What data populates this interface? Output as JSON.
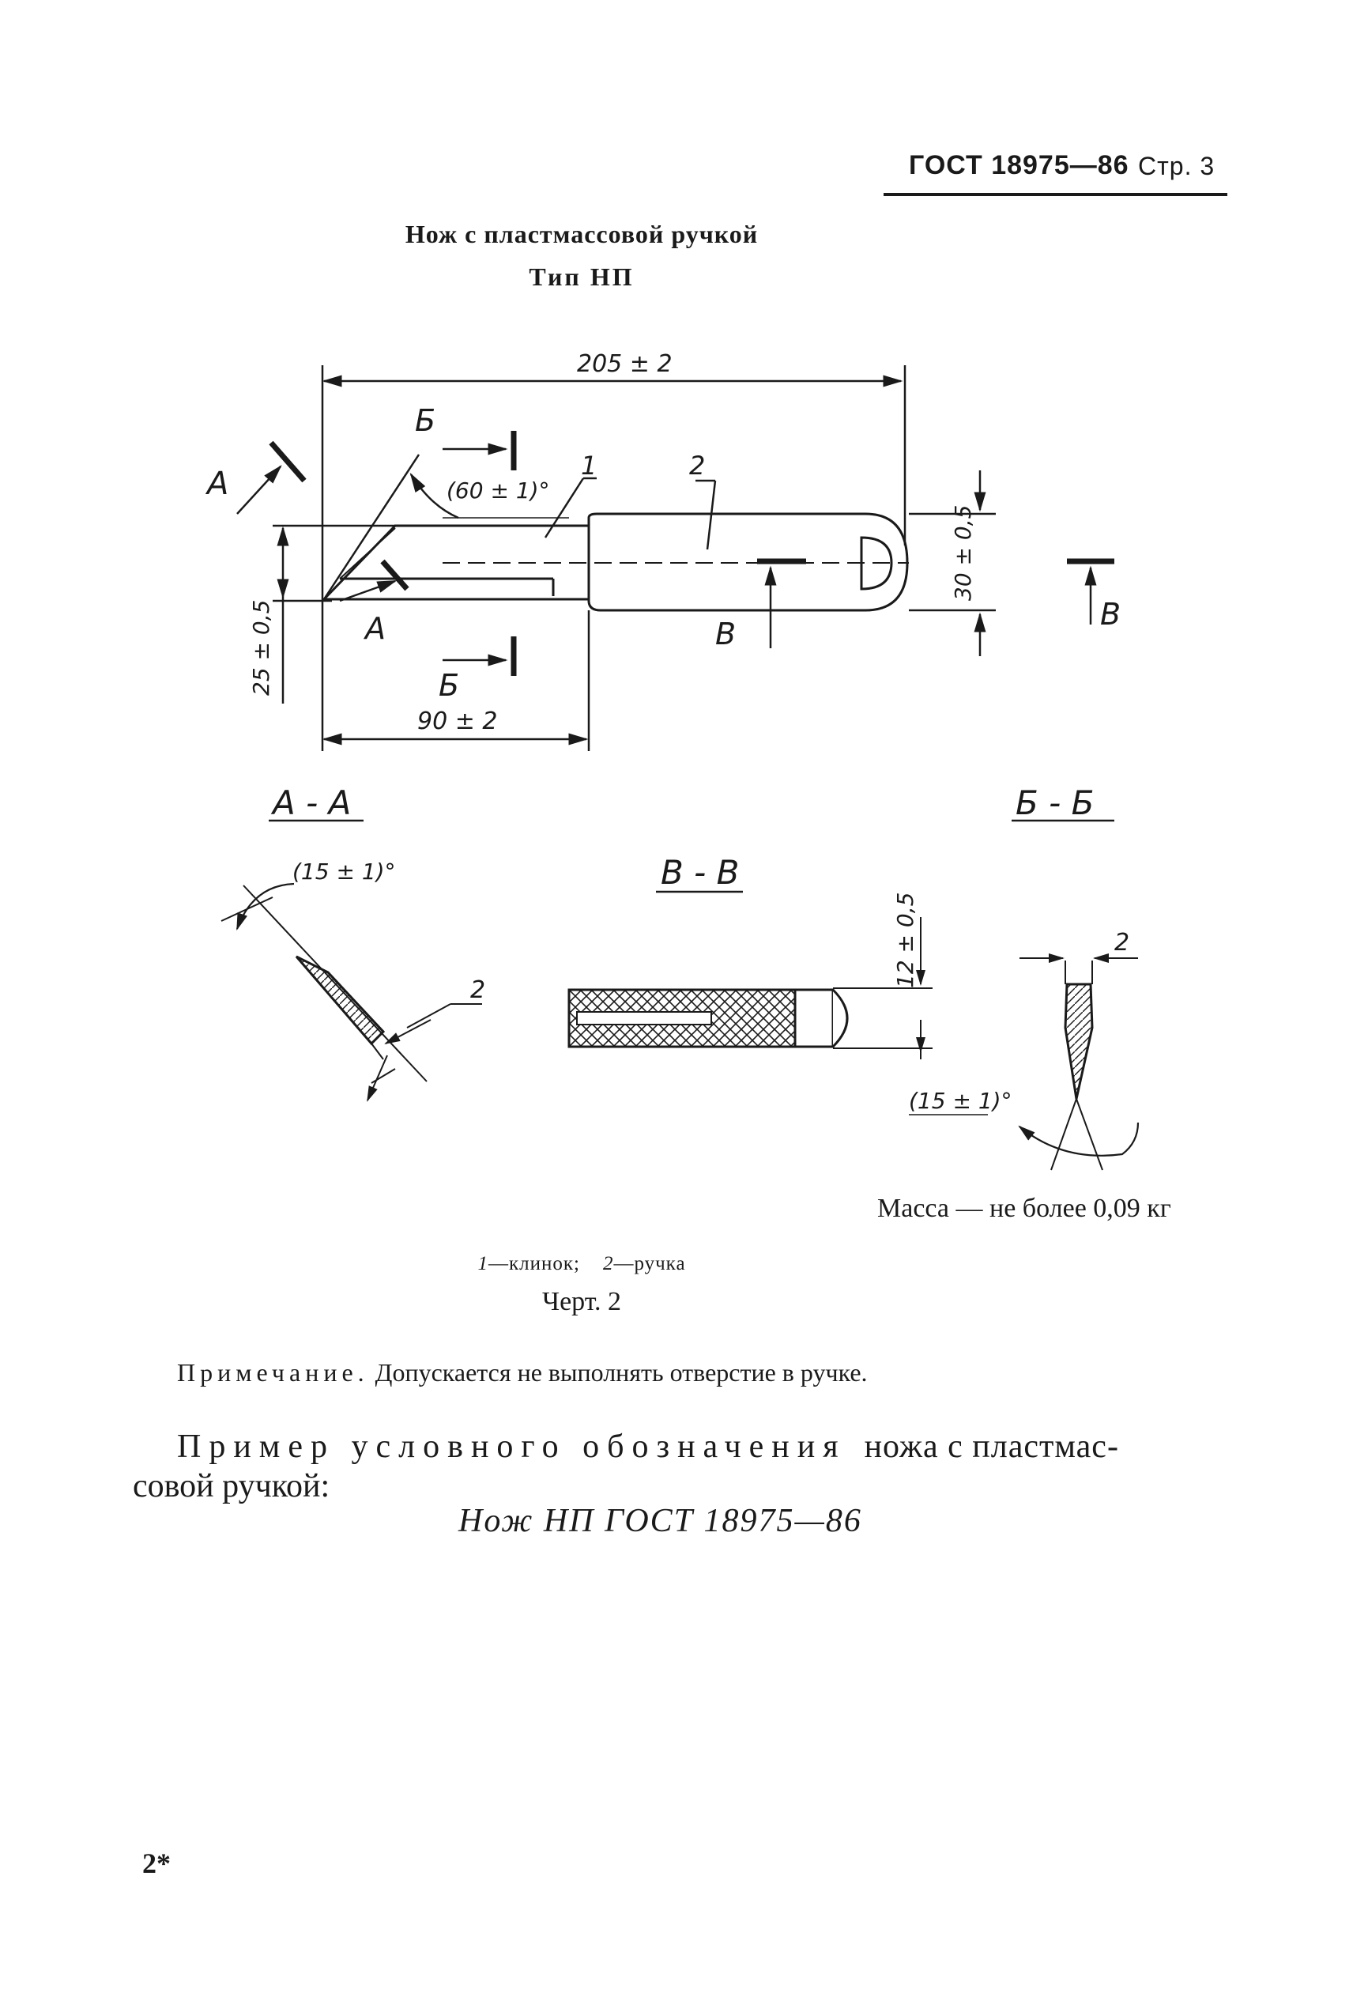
{
  "header": {
    "standard": "ГОСТ 18975—86",
    "page": "Стр. 3"
  },
  "title": {
    "line1": "Нож с пластмассовой ручкой",
    "line2": "Тип НП"
  },
  "drawing": {
    "dim_overall_length": "205 ± 2",
    "dim_blade_length": "90 ± 2",
    "dim_blade_width": "25 ± 0,5",
    "dim_handle_width": "30 ± 0,5",
    "dim_angle_60": "(60 ± 1)°",
    "dim_angle_15_a": "(15 ± 1)°",
    "dim_angle_15_b": "(15 ± 1)°",
    "dim_2_aa": "2",
    "dim_2_bb": "2",
    "dim_12": "12 ± 0,5",
    "part_1": "1",
    "part_2": "2",
    "view_a": "А",
    "view_a2": "А",
    "view_b_top": "Б",
    "view_b_bottom": "Б",
    "view_v": "В",
    "view_v2": "В",
    "section_aa": "А - А",
    "section_bb": "Б - Б",
    "section_vv": "В - В"
  },
  "mass": "Масса — не более 0,09 кг",
  "legend": {
    "item1_num": "1",
    "item1_text": "—клинок;",
    "item2_num": "2",
    "item2_text": "—ручка"
  },
  "figure_caption": "Черт. 2",
  "note": {
    "head": "Примечание.",
    "text": "Допускается не выполнять отверстие в ручке."
  },
  "example": {
    "head": "Пример условного обозначения",
    "line1_rest": "ножа с пластмас-",
    "line2": "совой ручкой:",
    "designation": "Нож НП ГОСТ 18975—86"
  },
  "page_mark": "2*"
}
